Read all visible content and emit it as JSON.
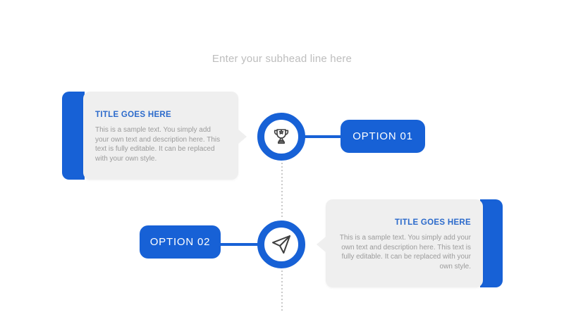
{
  "subhead": "Enter your subhead line here",
  "cards": [
    {
      "title": "TITLE GOES HERE",
      "body": "This is a sample text. You simply add your own text and description here. This text is fully editable. It can be replaced with your own style."
    },
    {
      "title": "TITLE GOES HERE",
      "body": "This is a sample text. You simply add your own text and description here. This text is fully editable. It can be replaced with your own style."
    }
  ],
  "options": [
    {
      "label": "OPTION 01"
    },
    {
      "label": "OPTION 02"
    }
  ],
  "icons": [
    {
      "name": "trophy-icon",
      "meaning": "achievement"
    },
    {
      "name": "paper-plane-icon",
      "meaning": "send"
    }
  ],
  "colors": {
    "accent_blue": "#1761d6",
    "title_blue": "#2b6acb",
    "card_background": "#efefef",
    "body_text": "#9b9b9b",
    "subhead_text": "#bdbdbd",
    "icon_stroke": "#3f3f3f",
    "dotted_line": "#c9c9c9",
    "button_text": "#ffffff"
  }
}
